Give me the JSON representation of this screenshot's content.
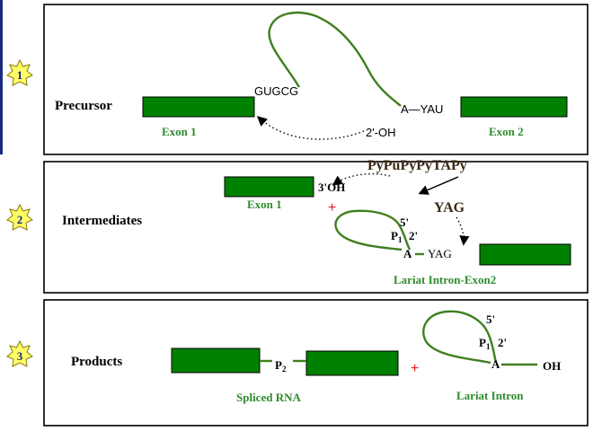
{
  "panels": [
    {
      "number": "1",
      "label": "Precursor",
      "exon1_label": "Exon 1",
      "exon2_label": "Exon 2",
      "seq_5ss": "GUGCG",
      "seq_branch": "A—YAU",
      "seq_oh": "2'-OH"
    },
    {
      "number": "2",
      "label": "Intermediates",
      "exon1_label": "Exon 1",
      "oh_label": "3'OH",
      "plus": "+",
      "consensus": "PyPuPyPyTAPy",
      "yag_top": "YAG",
      "five_prime": "5'",
      "p1": "P",
      "p1_sub": "1",
      "two_prime": "2'",
      "branch_a": "A",
      "yag_junction": "YAG",
      "lariat_label": "Lariat Intron-Exon2"
    },
    {
      "number": "3",
      "label": "Products",
      "p2": "P",
      "p2_sub": "2",
      "plus": "+",
      "spliced_label": "Spliced RNA",
      "five_prime": "5'",
      "p1": "P",
      "p1_sub": "1",
      "two_prime": "2'",
      "branch_a": "A",
      "oh_label": "OH",
      "lariat_label": "Lariat Intron"
    }
  ],
  "colors": {
    "exon": "#008000",
    "intron": "#3f7f1f",
    "label_green": "#2e8b2e",
    "plus": "#e02020",
    "badge": "#ffff66"
  }
}
